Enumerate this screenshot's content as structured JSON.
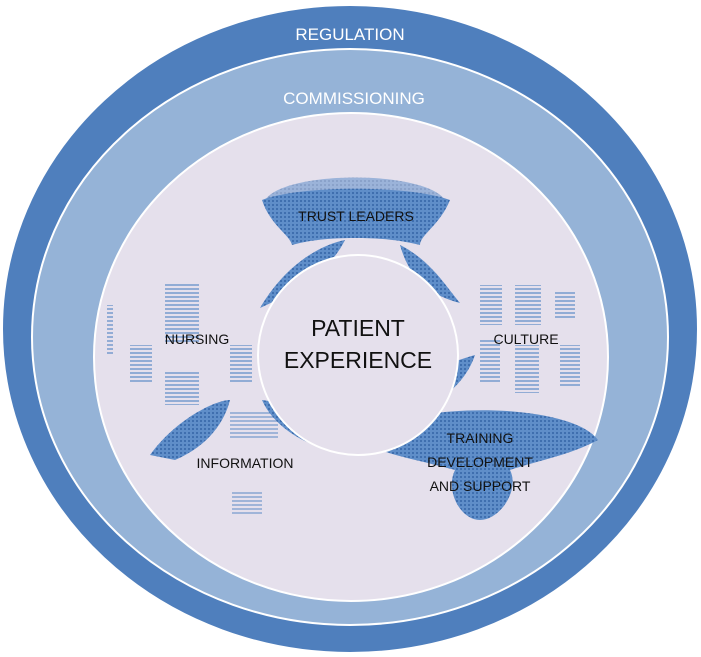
{
  "rings": {
    "outer": {
      "label": "REGULATION"
    },
    "middle": {
      "label": "COMMISSIONING"
    }
  },
  "center": {
    "line1": "PATIENT",
    "line2": "EXPERIENCE"
  },
  "nodes": {
    "trust_leaders": {
      "label": "TRUST LEADERS"
    },
    "nursing": {
      "label": "NURSING"
    },
    "culture": {
      "label": "CULTURE"
    },
    "information": {
      "label": "INFORMATION"
    },
    "training": {
      "line1": "TRAINING",
      "line2": "DEVELOPMENT",
      "line3": "AND SUPPORT"
    }
  },
  "colors": {
    "outer_ring": "#4f7fbd",
    "middle_ring": "#95b3d7",
    "inner_fill": "#e5e0ec",
    "ring_stroke": "#ffffff",
    "petal": "#4f7fbd",
    "stripes": "#5b8ac6"
  },
  "icons": {
    "nursing": "striped-bars-icon",
    "culture": "striped-bars-icon",
    "information": "gear-stripes-icon"
  }
}
